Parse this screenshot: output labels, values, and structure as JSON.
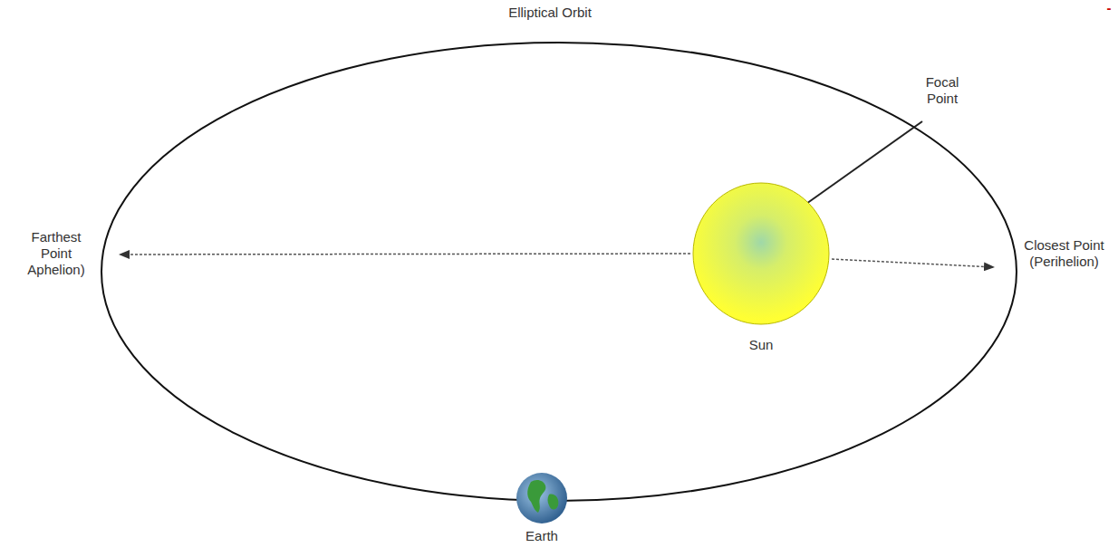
{
  "diagram": {
    "title": "Elliptical Orbit",
    "nodes": [
      {
        "text": [
          "Sun"
        ]
      },
      {
        "text": [
          "Earth"
        ]
      }
    ],
    "labels": [
      "Focal Point",
      "Farthest Point Aphelion)",
      "Closest Point (Perihelion)",
      "-"
    ]
  }
}
